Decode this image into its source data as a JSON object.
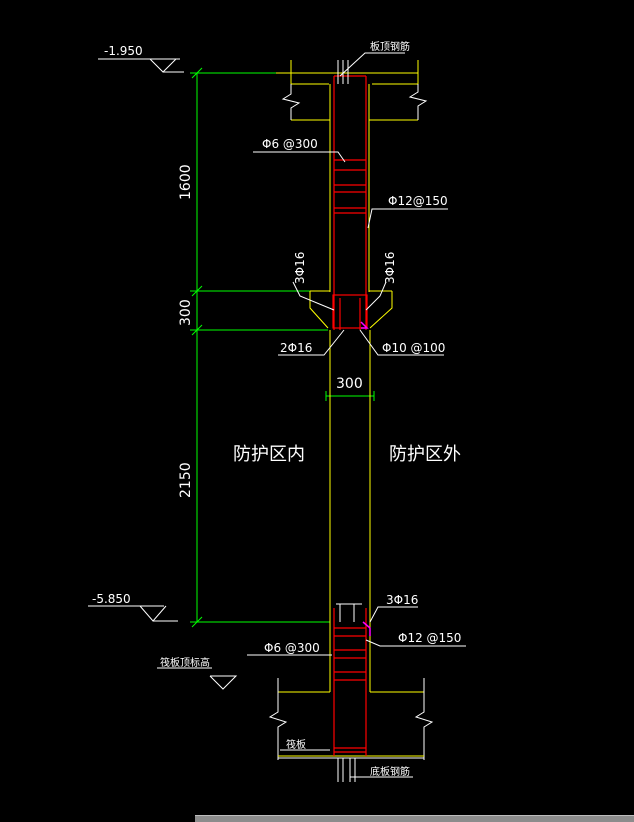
{
  "elevations": {
    "top": "-1.950",
    "bottom": "-5.850"
  },
  "labels": {
    "top_slab_rebar": "板顶钢筋",
    "stirrup_top": "Φ6 @300",
    "vertical_rebar_top": "Φ12@150",
    "bar_left": "3Φ16",
    "bar_right": "3Φ16",
    "bar_bottom": "2Φ16",
    "stirrup_mid": "Φ10 @100",
    "bar_lower": "3Φ16",
    "vertical_rebar_bottom": "Φ12 @150",
    "stirrup_bottom": "Φ6 @300",
    "raft_elevation": "筏板顶标高",
    "raft": "筏板",
    "bottom_slab_rebar": "底板钢筋"
  },
  "dimensions": {
    "d1": "1600",
    "d2": "300",
    "d3": "2150",
    "wall_thickness": "300"
  },
  "zones": {
    "inner": "防护区内",
    "outer": "防护区外"
  },
  "colors": {
    "background": "#000000",
    "outline": "#ffffff",
    "wall": "#ffff00",
    "rebar": "#ff0000",
    "dimension": "#00ff00",
    "accent": "#ff00ff"
  }
}
